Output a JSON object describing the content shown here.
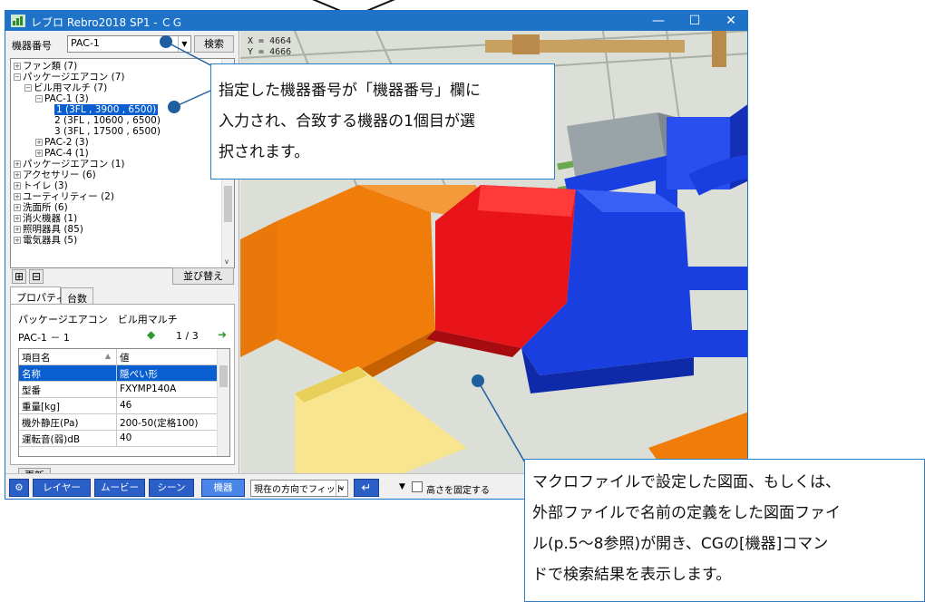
{
  "window": {
    "title": "レブロ Rebro2018 SP1 - ＣＧ",
    "minimize_glyph": "—",
    "maximize_glyph": "☐",
    "close_glyph": "✕"
  },
  "search": {
    "label": "機器番号",
    "value": "PAC-1",
    "button_label": "検索"
  },
  "tree": {
    "nodes": [
      {
        "label": "ファン類 (7)",
        "expander": "+"
      },
      {
        "label": "パッケージエアコン (7)",
        "expander": "-"
      },
      {
        "label": "ビル用マルチ (7)",
        "expander": "-"
      },
      {
        "label": "PAC-1 (3)",
        "expander": "-"
      },
      {
        "label": "1 (3FL , 3900 , 6500)",
        "expander": ""
      },
      {
        "label": "2 (3FL , 10600 , 6500)",
        "expander": ""
      },
      {
        "label": "3 (3FL , 17500 , 6500)",
        "expander": ""
      },
      {
        "label": "PAC-2 (3)",
        "expander": "+"
      },
      {
        "label": "PAC-4 (1)",
        "expander": "+"
      },
      {
        "label": "パッケージエアコン (1)",
        "expander": "+"
      },
      {
        "label": "アクセサリー (6)",
        "expander": "+"
      },
      {
        "label": "トイレ (3)",
        "expander": "+"
      },
      {
        "label": "ユーティリティー (2)",
        "expander": "+"
      },
      {
        "label": "洗面所 (6)",
        "expander": "+"
      },
      {
        "label": "消火機器 (1)",
        "expander": "+"
      },
      {
        "label": "照明器具 (85)",
        "expander": "+"
      },
      {
        "label": "電気器具 (5)",
        "expander": "+"
      }
    ],
    "expand_all_glyph": "⊞",
    "collapse_all_glyph": "⊟",
    "sort_button_label": "並び替え"
  },
  "tabs": [
    {
      "label": "プロパティ"
    },
    {
      "label": "台数"
    }
  ],
  "properties": {
    "category": "パッケージエアコン　ビル用マルチ",
    "item_id": "PAC-1 － 1",
    "position": "1 / 3",
    "prev_glyph": "◆",
    "next_glyph": "➜",
    "header_name": "項目名",
    "header_value": "値",
    "rows": [
      {
        "key": "名称",
        "value": "隠ぺい形"
      },
      {
        "key": "型番",
        "value": "FXYMP140A"
      },
      {
        "key": "重量[kg]",
        "value": "46"
      },
      {
        "key": "機外静圧(Pa)",
        "value": "200-50(定格100)"
      },
      {
        "key": "運転音(弱)dB",
        "value": "40"
      }
    ],
    "update_button_label": "更新"
  },
  "viewport": {
    "coord_x": "X = 4664",
    "coord_y": "Y = 4666"
  },
  "toolbar": {
    "layer_label": "レイヤー",
    "movie_label": "ムービー",
    "scene_label": "シーン",
    "equipment_label": "機器",
    "fit_select_value": "現在の方向でフィット",
    "height_fixed_label": "高さを固定する"
  },
  "callouts": {
    "top": [
      "指定した機器番号が「機器番号」欄に",
      "入力され、合致する機器の1個目が選",
      "択されます。"
    ],
    "bottom": [
      "マクロファイルで設定した図面、もしくは、",
      "外部ファイルで名前の定義をした図面ファイ",
      "ル(p.5～8参照)が開き、CGの[機器]コマン",
      "ドで検索結果を表示します。"
    ]
  },
  "colors": {
    "titlebar": "#1e73c8",
    "selection": "#0a5fd0",
    "callout_border": "#2980c9",
    "duct_orange": "#f07c0a",
    "duct_red": "#e8141a",
    "duct_blue": "#1a3fe0"
  }
}
